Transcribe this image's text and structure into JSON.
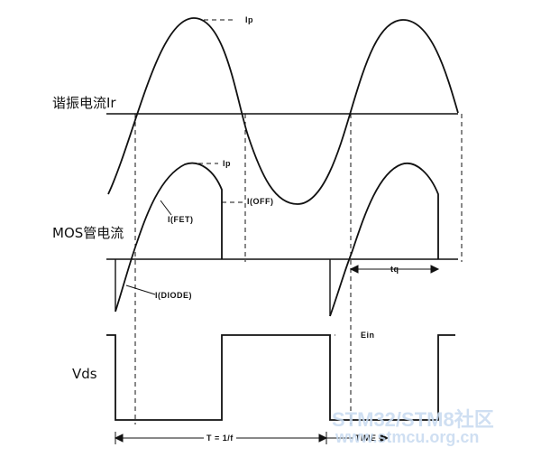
{
  "labels": {
    "resonant_current": "谐振电流Ir",
    "mos_current": "MOS管电流",
    "vds": "Vds",
    "ip_top": "Ip",
    "ip_mid": "Ip",
    "i_fet": "I(FET)",
    "i_off": "I(OFF)",
    "i_diode": "I(DIODE)",
    "tq": "tq",
    "ein": "Ein",
    "period": "T = 1/f",
    "time": "TIME"
  },
  "watermark": {
    "line1": "STM32/STM8社区",
    "line2": "www.stmcu.org.cn"
  },
  "colors": {
    "ink": "#111111",
    "watermark": "#c7daf0"
  }
}
